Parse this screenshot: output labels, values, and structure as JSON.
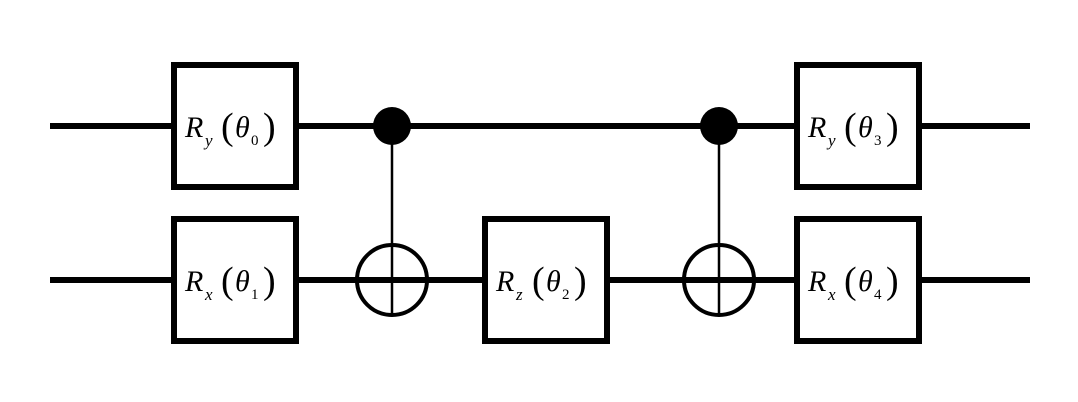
{
  "diagram": {
    "type": "quantum-circuit",
    "qubits": 2,
    "gates": [
      {
        "id": "g0",
        "kind": "rotation",
        "qubit": 0,
        "step": 0,
        "label": "R",
        "axis": "y",
        "param": "θ",
        "index": "0"
      },
      {
        "id": "g1",
        "kind": "rotation",
        "qubit": 1,
        "step": 0,
        "label": "R",
        "axis": "x",
        "param": "θ",
        "index": "1"
      },
      {
        "id": "g2",
        "kind": "rotation",
        "qubit": 1,
        "step": 2,
        "label": "R",
        "axis": "z",
        "param": "θ",
        "index": "2"
      },
      {
        "id": "g3",
        "kind": "rotation",
        "qubit": 0,
        "step": 4,
        "label": "R",
        "axis": "y",
        "param": "θ",
        "index": "3"
      },
      {
        "id": "g4",
        "kind": "rotation",
        "qubit": 1,
        "step": 4,
        "label": "R",
        "axis": "x",
        "param": "θ",
        "index": "4"
      }
    ],
    "cnots": [
      {
        "id": "cx0",
        "control": 0,
        "target": 1,
        "step": 1
      },
      {
        "id": "cx1",
        "control": 0,
        "target": 1,
        "step": 3
      }
    ],
    "colors": {
      "stroke": "#000000",
      "background": "#ffffff"
    }
  }
}
